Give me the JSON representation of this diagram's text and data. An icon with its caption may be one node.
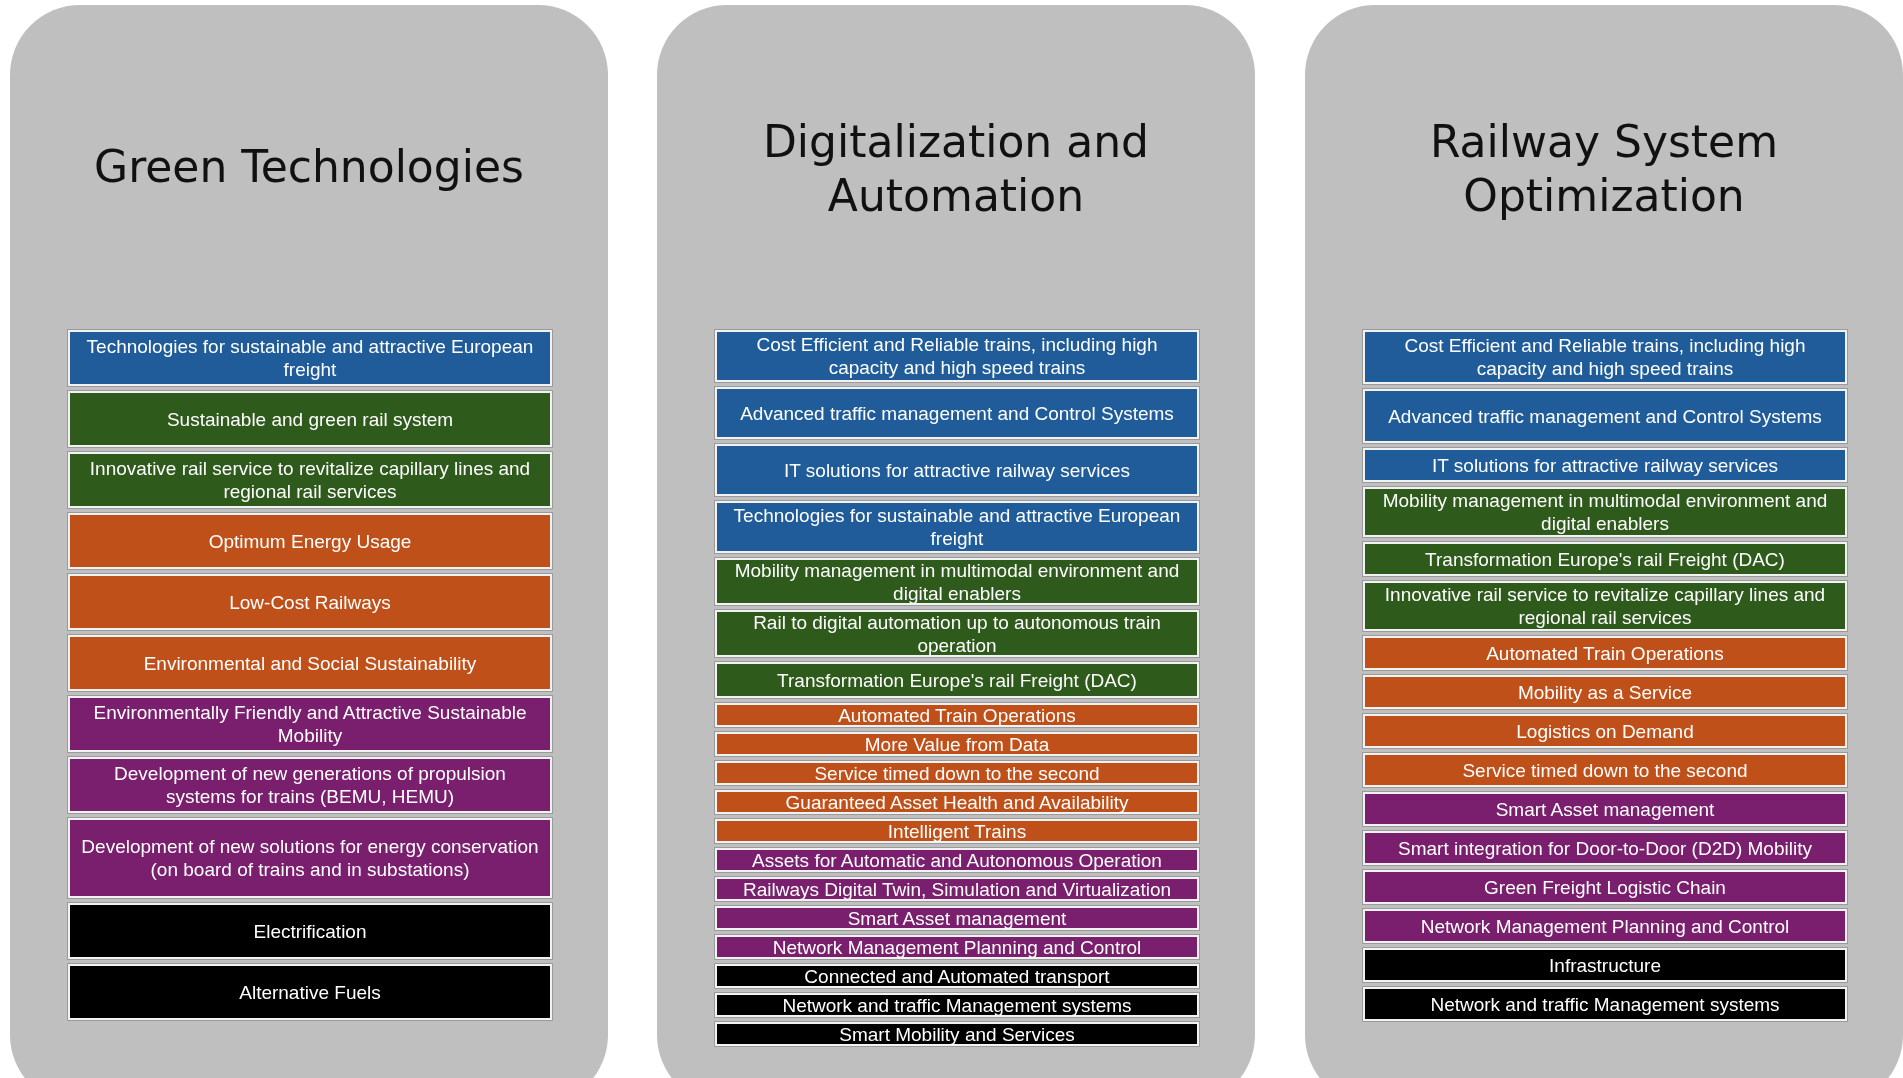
{
  "diagram": {
    "nodes": [
      {
        "text": [
          "Green Technologies"
        ]
      },
      {
        "text": [
          "Technologies for sustainable and attractive European freight"
        ],
        "in": 0
      },
      {
        "text": [
          "Sustainable and green rail system"
        ],
        "in": 0
      },
      {
        "text": [
          "Innovative rail service to revitalize capillary lines and regional rail services"
        ],
        "in": 0
      },
      {
        "text": [
          "Optimum Energy Usage"
        ],
        "in": 0
      },
      {
        "text": [
          "Low-Cost Railways"
        ],
        "in": 0
      },
      {
        "text": [
          "Environmental and Social Sustainability"
        ],
        "in": 0
      },
      {
        "text": [
          "Environmentally Friendly and Attractive Sustainable Mobility"
        ],
        "in": 0
      },
      {
        "text": [
          "Development of new generations of propulsion systems for trains (BEMU, HEMU)"
        ],
        "in": 0
      },
      {
        "text": [
          "Development of new solutions for energy conservation (on board of trains and in substations)"
        ],
        "in": 0
      },
      {
        "text": [
          "Electrification"
        ],
        "in": 0
      },
      {
        "text": [
          "Alternative Fuels"
        ],
        "in": 0
      },
      {
        "text": [
          "Digitalization and Automation"
        ]
      },
      {
        "text": [
          "Cost Efficient and Reliable trains, including high capacity and high speed trains"
        ],
        "in": 12
      },
      {
        "text": [
          "Advanced traffic management and Control Systems"
        ],
        "in": 12
      },
      {
        "text": [
          "IT solutions for attractive railway services"
        ],
        "in": 12
      },
      {
        "text": [
          "Technologies for sustainable and attractive European freight"
        ],
        "in": 12
      },
      {
        "text": [
          "Mobility management in multimodal environment and digital enablers"
        ],
        "in": 12
      },
      {
        "text": [
          "Rail to digital automation up to autonomous train operation"
        ],
        "in": 12
      },
      {
        "text": [
          "Transformation Europe's rail Freight (DAC)"
        ],
        "in": 12
      },
      {
        "text": [
          "Automated Train Operations"
        ],
        "in": 12
      },
      {
        "text": [
          "More Value from Data"
        ],
        "in": 12
      },
      {
        "text": [
          "Service timed down to the second"
        ],
        "in": 12
      },
      {
        "text": [
          "Guaranteed Asset Health and Availability"
        ],
        "in": 12
      },
      {
        "text": [
          "Intelligent Trains"
        ],
        "in": 12
      },
      {
        "text": [
          "Assets for Automatic and Autonomous Operation"
        ],
        "in": 12
      },
      {
        "text": [
          "Railways Digital Twin, Simulation and Virtualization"
        ],
        "in": 12
      },
      {
        "text": [
          "Smart Asset management"
        ],
        "in": 12
      },
      {
        "text": [
          "Network Management Planning and Control"
        ],
        "in": 12
      },
      {
        "text": [
          "Connected and Automated transport"
        ],
        "in": 12
      },
      {
        "text": [
          "Network and traffic Management systems"
        ],
        "in": 12
      },
      {
        "text": [
          "Smart Mobility and Services"
        ],
        "in": 12
      },
      {
        "text": [
          "Railway System Optimization"
        ]
      },
      {
        "text": [
          "Cost Efficient and Reliable trains, including high capacity and high speed trains"
        ],
        "in": 32
      },
      {
        "text": [
          "Advanced traffic management and Control Systems"
        ],
        "in": 32
      },
      {
        "text": [
          "IT solutions for attractive railway services"
        ],
        "in": 32
      },
      {
        "text": [
          "Mobility management in multimodal environment and digital enablers"
        ],
        "in": 32
      },
      {
        "text": [
          "Transformation Europe's rail Freight (DAC)"
        ],
        "in": 32
      },
      {
        "text": [
          "Innovative rail service to revitalize capillary lines and regional rail services"
        ],
        "in": 32
      },
      {
        "text": [
          "Automated Train Operations"
        ],
        "in": 32
      },
      {
        "text": [
          "Mobility as a Service"
        ],
        "in": 32
      },
      {
        "text": [
          "Logistics on Demand"
        ],
        "in": 32
      },
      {
        "text": [
          "Service timed down to the second"
        ],
        "in": 32
      },
      {
        "text": [
          "Smart Asset management"
        ],
        "in": 32
      },
      {
        "text": [
          "Smart integration for Door-to-Door (D2D) Mobility"
        ],
        "in": 32
      },
      {
        "text": [
          "Green Freight Logistic Chain"
        ],
        "in": 32
      },
      {
        "text": [
          "Network Management Planning and Control"
        ],
        "in": 32
      },
      {
        "text": [
          "Infrastructure"
        ],
        "in": 32
      },
      {
        "text": [
          "Network and traffic Management systems"
        ],
        "in": 32
      }
    ]
  }
}
